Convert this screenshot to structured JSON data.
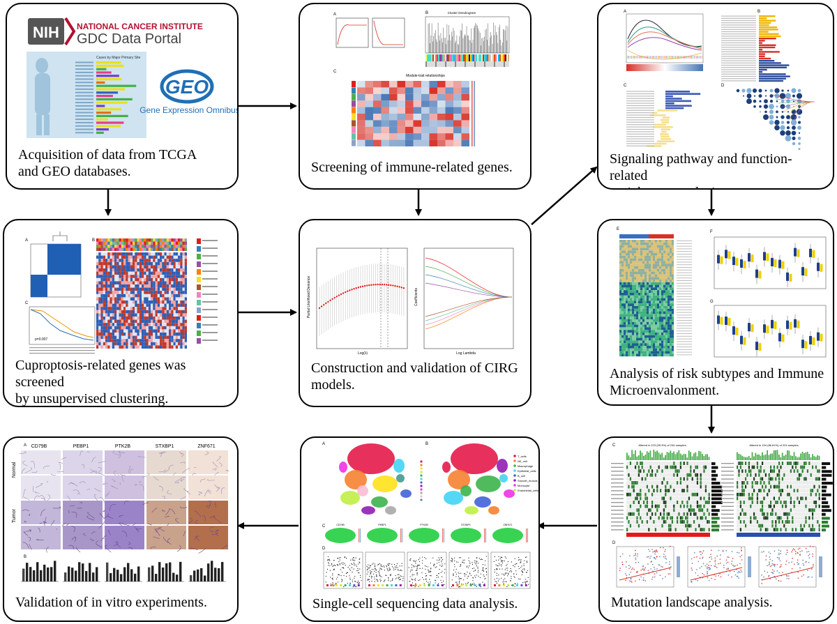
{
  "colors": {
    "nih_blue": "#2a4a7a",
    "nci_red": "#b0112f",
    "geo_blue": "#1f6fb6",
    "heat_red": "#d73027",
    "heat_blue": "#4575b4"
  },
  "panels": {
    "tcga": {
      "caption_line1": "Acquisition of data from TCGA",
      "caption_line2": "and GEO databases.",
      "nih": "NIH",
      "nci": "NATIONAL CANCER INSTITUTE",
      "gdc": "GDC Data Portal",
      "geo": "GEO",
      "geo_sub": "Gene Expression Omnibus",
      "chart_title": "Cases by Major Primary Site"
    },
    "immune": {
      "caption": "Screening of immune-related genes.",
      "label_a": "A",
      "label_b": "B",
      "label_c": "C",
      "plot_title_b": "Cluster Dendrogram",
      "plot_title_c": "Module-trait relationships"
    },
    "enrich": {
      "caption_line1": "Signaling pathway and function-related",
      "caption_line2": "enrichment analysis.",
      "label_a": "A",
      "label_b": "B",
      "label_c": "C",
      "label_d": "D"
    },
    "cupro": {
      "caption_line1": "Cuproptosis-related genes was screened",
      "caption_line2": "by unsupervised clustering.",
      "label_a": "A",
      "label_b": "B",
      "label_c": "C",
      "pvalue": "p=0.007"
    },
    "cirg": {
      "caption_line1": "Construction and validation of  CIRG",
      "caption_line2": "models.",
      "xlabel_left": "Log(λ)",
      "ylabel_left": "Partial Likelihood Deviance",
      "xlabel_right": "Log Lambda",
      "ylabel_right": "Coefficients"
    },
    "risk": {
      "caption_line1": "Analysis of risk subtypes and Immune",
      "caption_line2": "Microenvalonment.",
      "label_e": "E",
      "label_f": "F",
      "label_g": "G"
    },
    "vitro": {
      "caption": "Validation of in vitro experiments.",
      "label_a": "A",
      "label_b": "B",
      "genes": [
        "CD79B",
        "PEBP1",
        "PTK2B",
        "STXBP1",
        "ZNF671"
      ],
      "row_normal": "Normal",
      "row_tumor": "Tumor"
    },
    "singlecell": {
      "caption": "Single-cell sequencing data analysis.",
      "label_a": "A",
      "label_b": "B",
      "label_c": "C",
      "label_d": "D",
      "genes": [
        "CD79B",
        "PEBP1",
        "PTK2B",
        "STXBP1",
        "ZNF671"
      ],
      "cell_types": [
        "T_cells",
        "NK_cell",
        "Macrophage",
        "Epithelial_cells",
        "B_cell",
        "Smooth_muscle_cells",
        "Monocyte",
        "Endothelial_cells"
      ]
    },
    "mutation": {
      "caption": "Mutation landscape analysis.",
      "label_c": "C",
      "label_d": "D",
      "altered_left": "Altered in 223 (95.3%) of 234 samples.",
      "altered_right": "Altered in 194 (86.61%) of 224 samples."
    }
  }
}
